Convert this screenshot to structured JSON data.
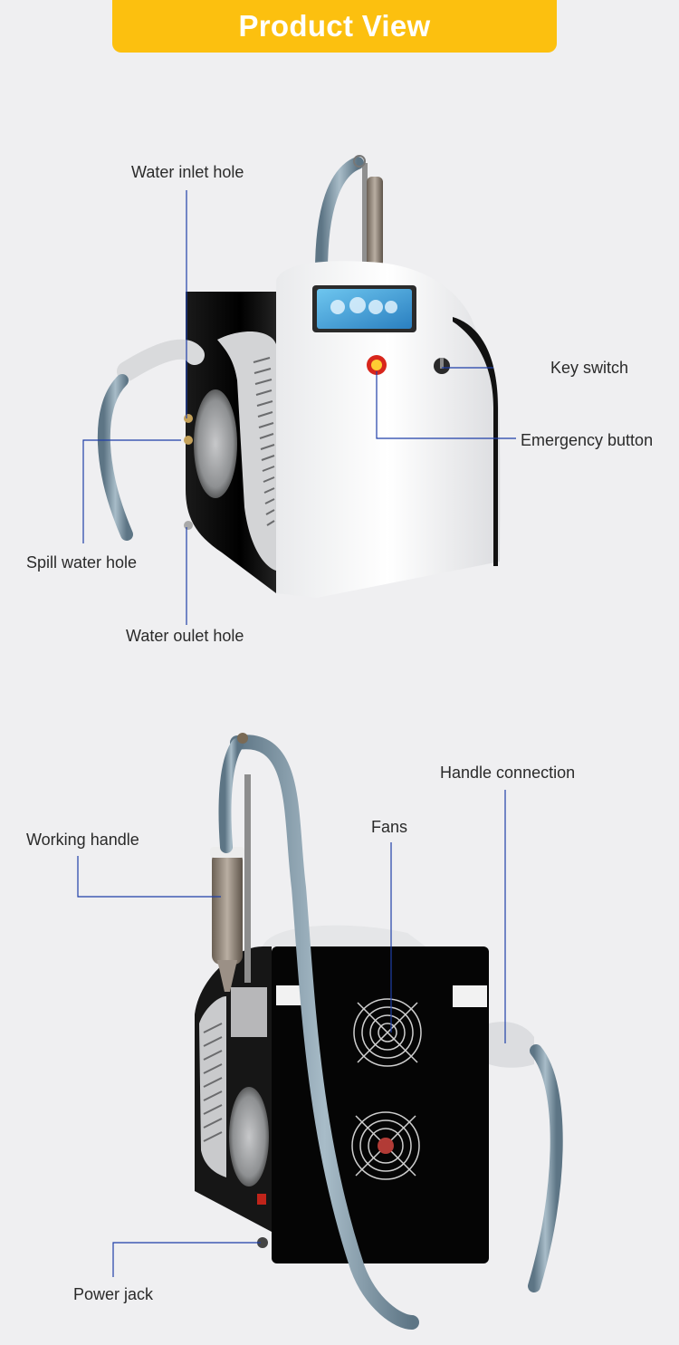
{
  "header": {
    "title": "Product View"
  },
  "colors": {
    "banner": "#fcc00f",
    "background": "#efeff1",
    "leader_line": "#1f3fa8"
  },
  "front_view": {
    "labels": {
      "water_inlet": "Water inlet hole",
      "key_switch": "Key switch",
      "emergency": "Emergency button",
      "spill_water": "Spill water hole",
      "water_outlet": "Water oulet hole"
    }
  },
  "back_view": {
    "labels": {
      "handle_connection": "Handle connection",
      "fans": "Fans",
      "working_handle": "Working handle",
      "power_jack": "Power jack"
    }
  }
}
